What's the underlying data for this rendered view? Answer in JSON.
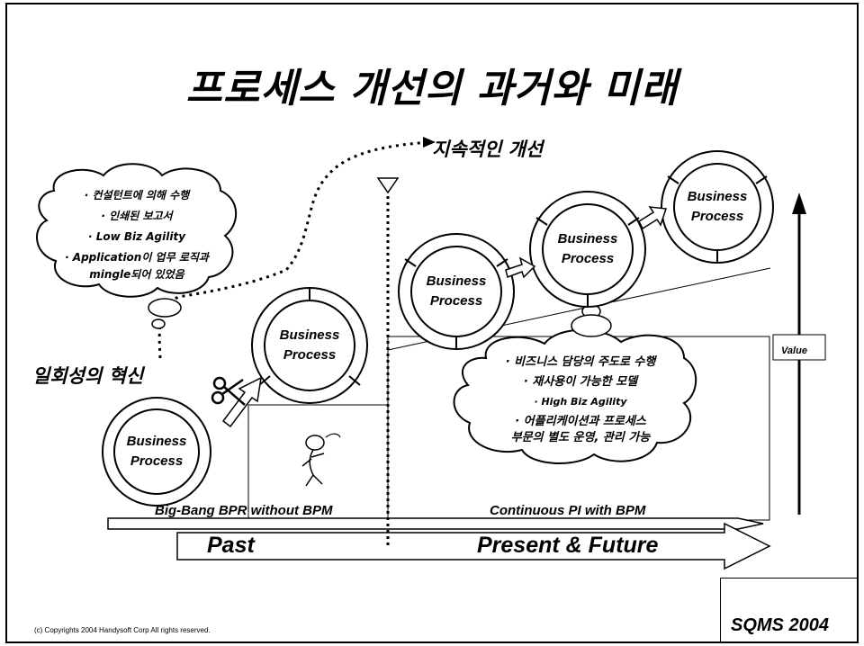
{
  "title": "프로세스 개선의 과거와 미래",
  "continuous_label": "지속적인 개선",
  "one_off_label": "일회성의 혁신",
  "past_cloud": {
    "bullets": [
      "· 컨설턴트에 의해 수행",
      "· 인쇄된 보고서",
      "· Low Biz Agility",
      "· Application이 업무 로직과",
      "mingle되어 있었음"
    ]
  },
  "future_cloud": {
    "bullets": [
      "· 비즈니스 담당의 주도로 수행",
      "· 재사용이 가능한 모델",
      "· High Biz Agility",
      "· 어플리케이션과 프로세스",
      "부문의 별도 운영, 관리 가능"
    ]
  },
  "process_circles": [
    {
      "line1": "Business",
      "line2": "Process"
    },
    {
      "line1": "Business",
      "line2": "Process"
    },
    {
      "line1": "Business",
      "line2": "Process"
    },
    {
      "line1": "Business",
      "line2": "Process"
    },
    {
      "line1": "Business",
      "line2": "Process"
    }
  ],
  "phases": {
    "past": "Big-Bang BPR without BPM",
    "future": "Continuous PI with BPM"
  },
  "timeline": {
    "past": "Past",
    "future": "Present & Future"
  },
  "value_axis_label": "Value",
  "copyright": "(c) Copyrights 2004 Handysoft Corp  All rights reserved.",
  "footer_brand": "SQMS 2004"
}
